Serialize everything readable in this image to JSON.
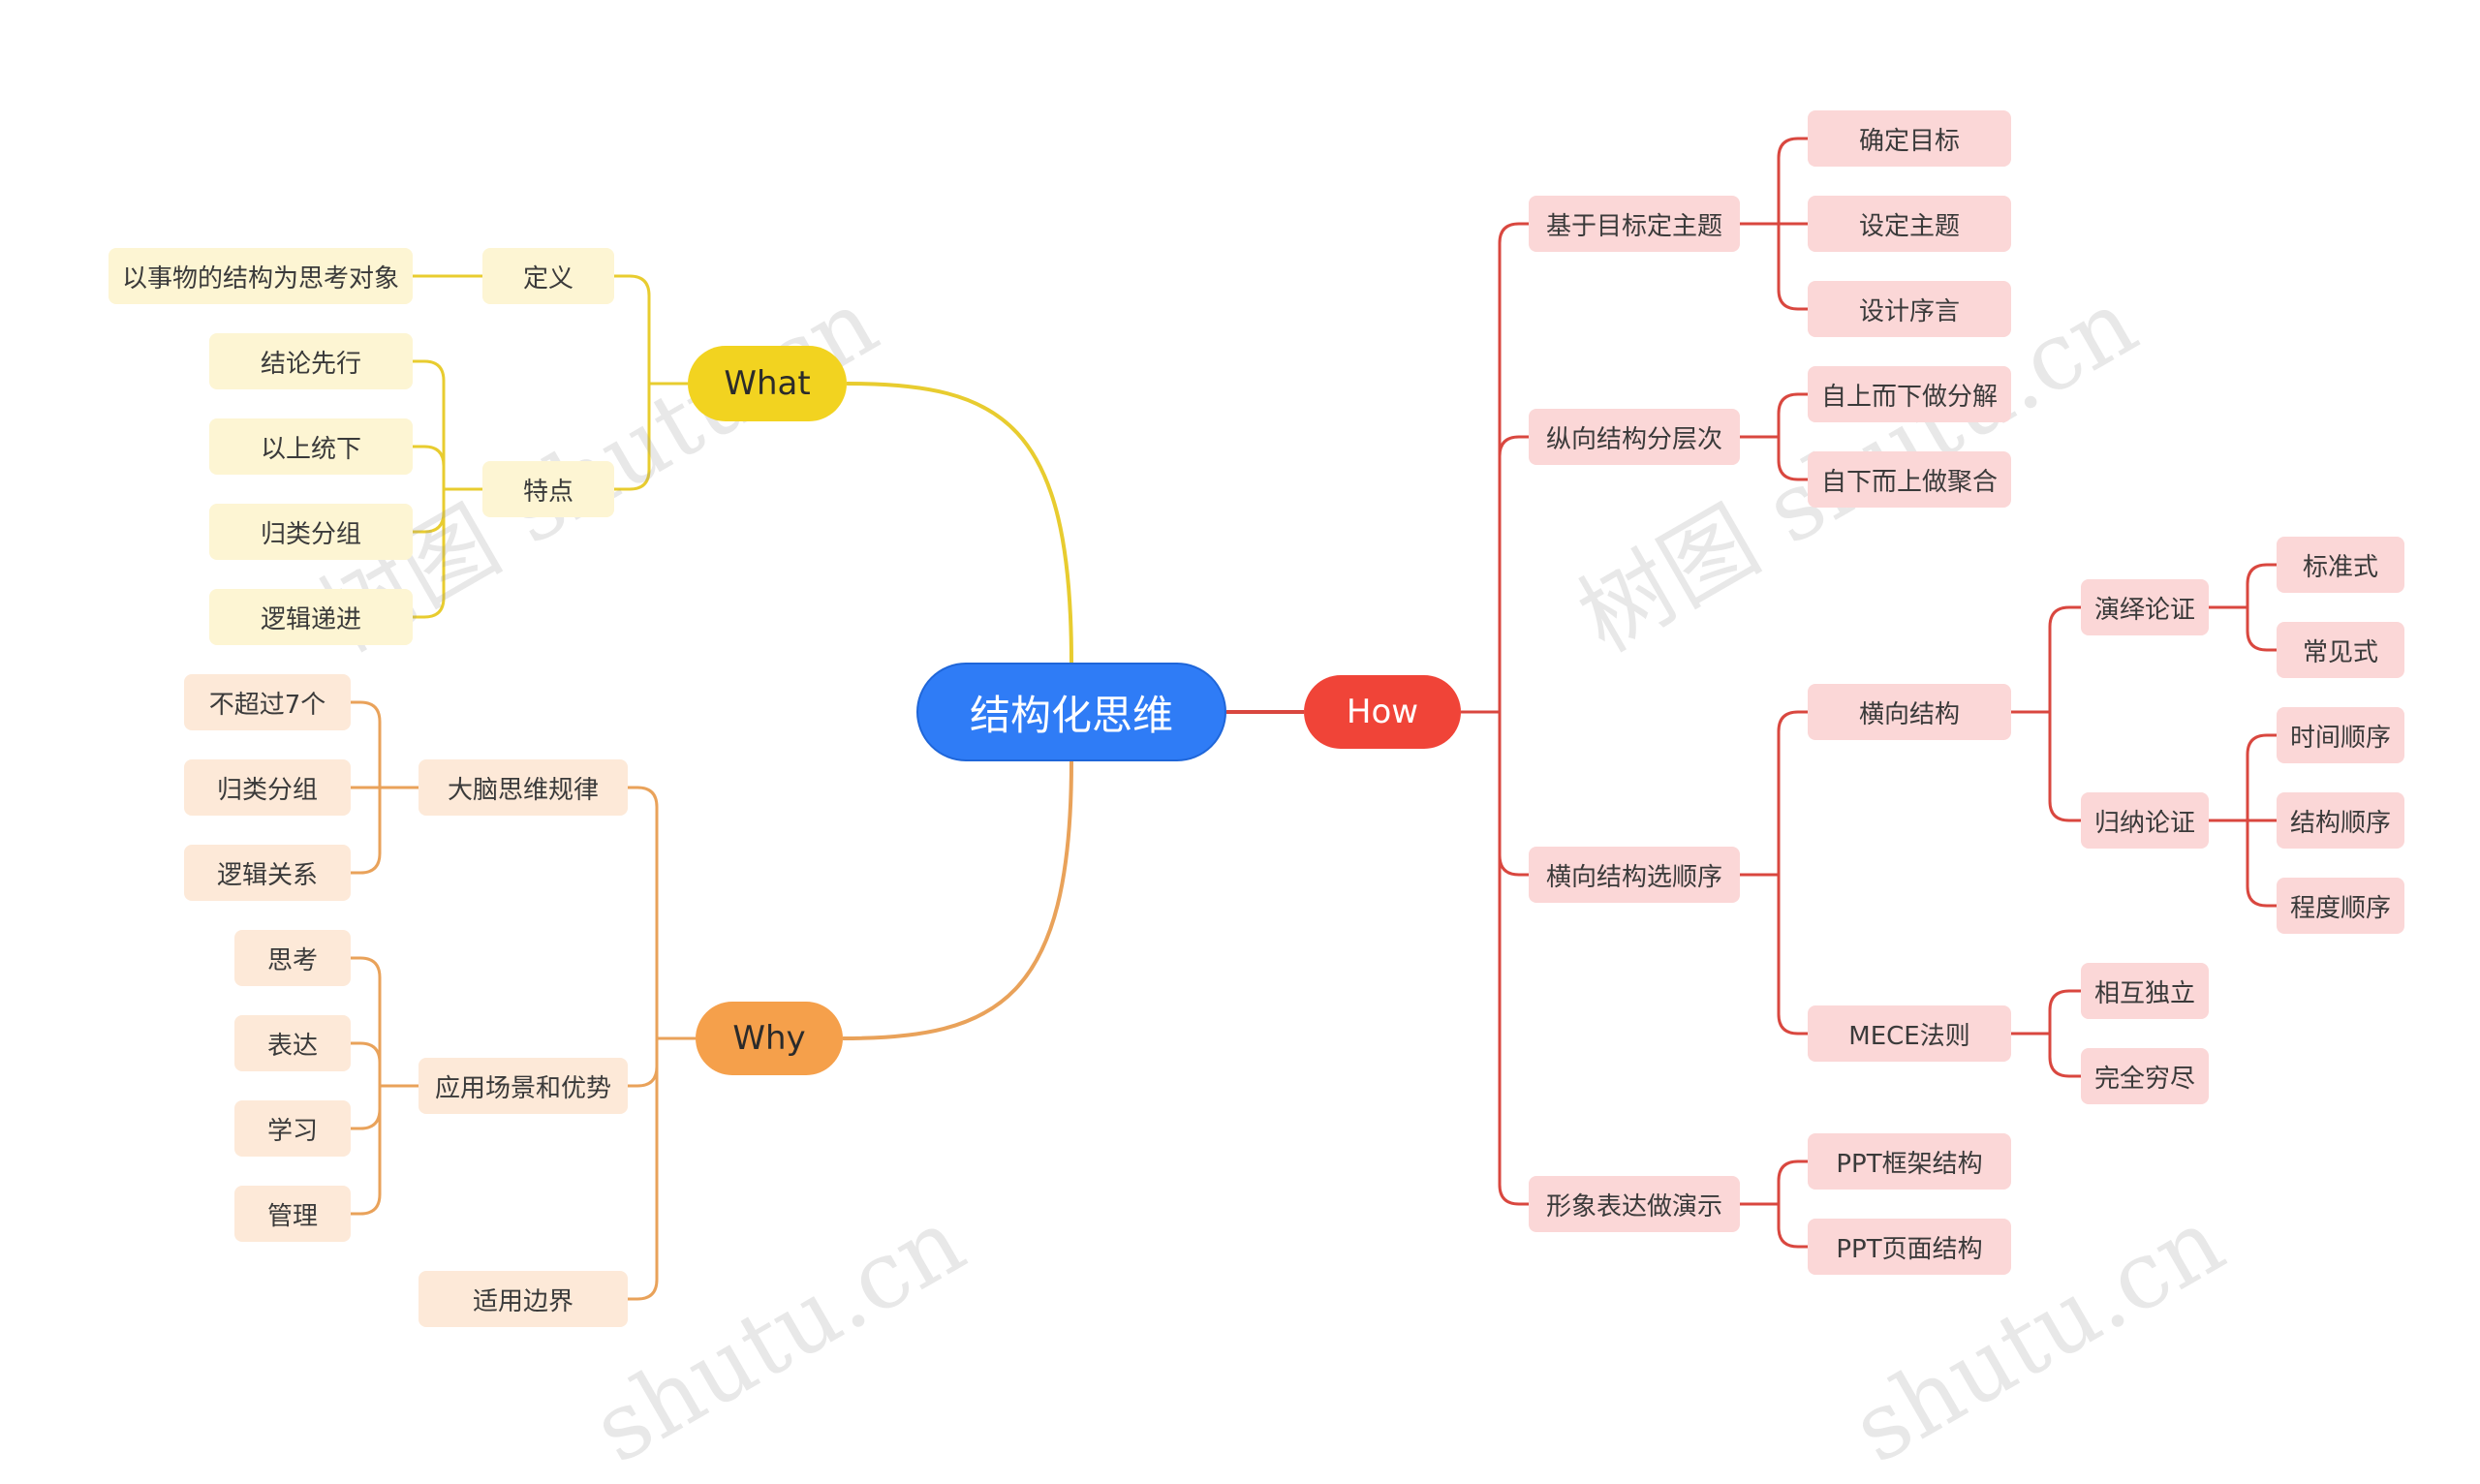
{
  "root": {
    "label": "结构化思维"
  },
  "what": {
    "label": "What",
    "definition": {
      "label": "定义",
      "children": [
        "以事物的结构为思考对象"
      ]
    },
    "features": {
      "label": "特点",
      "children": [
        "结论先行",
        "以上统下",
        "归类分组",
        "逻辑递进"
      ]
    }
  },
  "why": {
    "label": "Why",
    "brain_rules": {
      "label": "大脑思维规律",
      "children": [
        "不超过7个",
        "归类分组",
        "逻辑关系"
      ]
    },
    "scenarios": {
      "label": "应用场景和优势",
      "children": [
        "思考",
        "表达",
        "学习",
        "管理"
      ]
    },
    "boundary": {
      "label": "适用边界"
    }
  },
  "how": {
    "label": "How",
    "theme": {
      "label": "基于目标定主题",
      "children": [
        "确定目标",
        "设定主题",
        "设计序言"
      ]
    },
    "vertical": {
      "label": "纵向结构分层次",
      "children": [
        "自上而下做分解",
        "自下而上做聚合"
      ]
    },
    "horizontal": {
      "label": "横向结构选顺序",
      "structure": {
        "label": "横向结构",
        "deductive": {
          "label": "演绎论证",
          "children": [
            "标准式",
            "常见式"
          ]
        },
        "inductive": {
          "label": "归纳论证",
          "children": [
            "时间顺序",
            "结构顺序",
            "程度顺序"
          ]
        }
      },
      "mece": {
        "label": "MECE法则",
        "children": [
          "相互独立",
          "完全穷尽"
        ]
      }
    },
    "present": {
      "label": "形象表达做演示",
      "children": [
        "PPT框架结构",
        "PPT页面结构"
      ]
    }
  },
  "watermarks": [
    "树图 shutu.cn",
    "树图 shutu.cn",
    "shutu.cn",
    "shutu.cn"
  ],
  "colors": {
    "root": "#2f7cf6",
    "what": "#f2d320",
    "why": "#f5a04b",
    "how": "#f04438",
    "what_line": "#e8cc2f",
    "why_line": "#e9a25a",
    "how_line": "#d9473f"
  }
}
